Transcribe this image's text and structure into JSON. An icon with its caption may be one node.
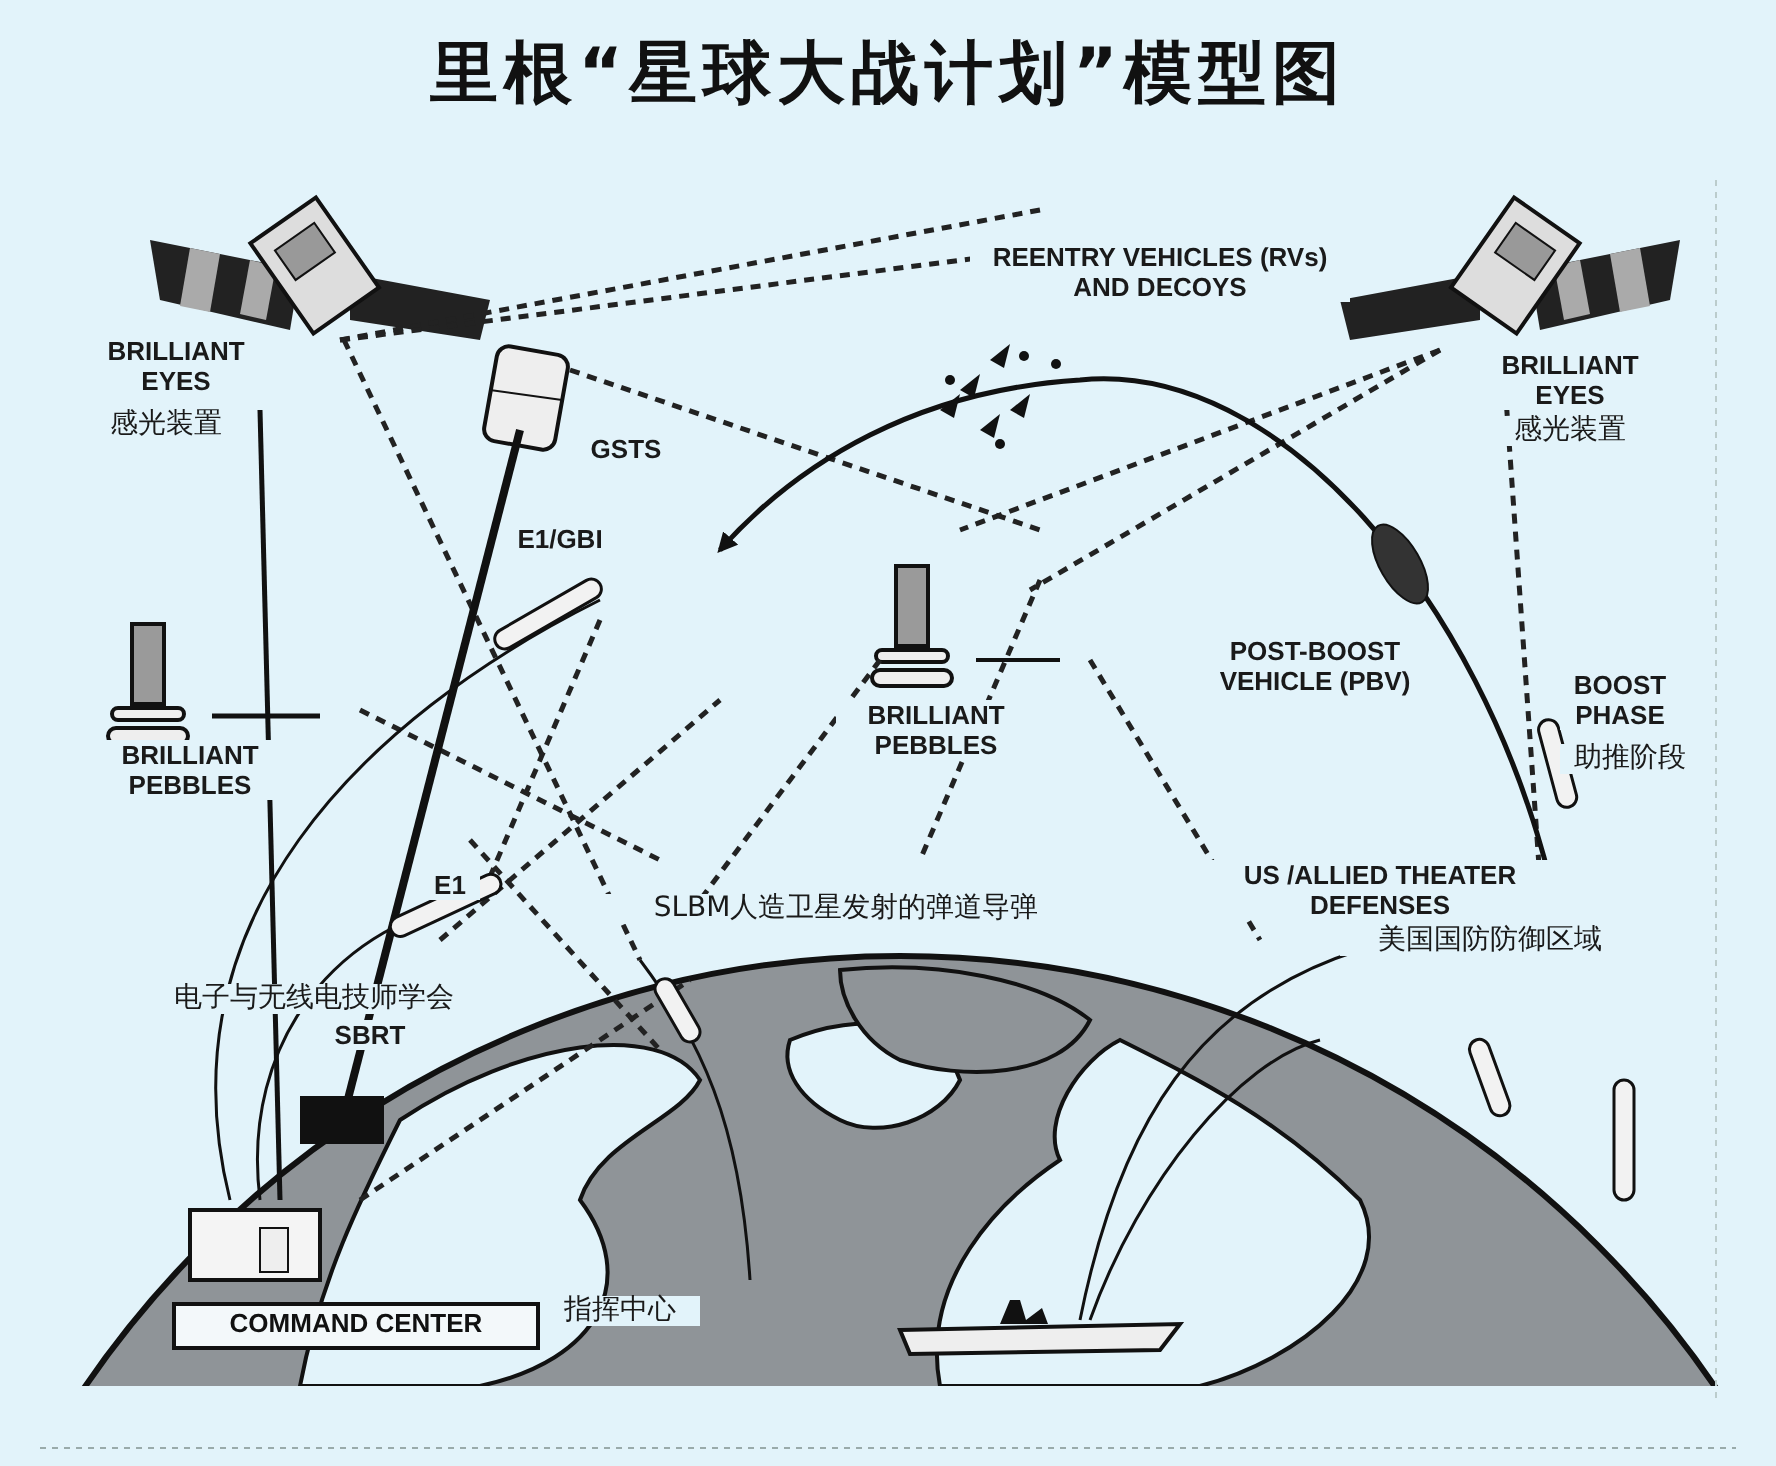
{
  "diagram": {
    "title": "里根“星球大战计划”模型图",
    "nodes": [
      {
        "text": [
          "COMMAND CENTER"
        ]
      }
    ],
    "labels": [
      "BRILLIANT EYES",
      "感光装置",
      "REENTRY VEHICLES (RVs) AND DECOYS",
      "BRILLIANT EYES",
      "感光装置",
      "GSTS",
      "E1/GBI",
      "BRILLIANT PEBBLES",
      "POST-BOOST VEHICLE (PBV)",
      "BRILLIANT PEBBLES",
      "BOOST PHASE",
      "助推阶段",
      "E1",
      "SLBM人造卫星发射的弹道导弹",
      "US /ALLIED THEATER DEFENSES",
      "美国国防防御区域",
      "电子与无线电技师学会",
      "SBRT",
      "指挥中心"
    ]
  }
}
